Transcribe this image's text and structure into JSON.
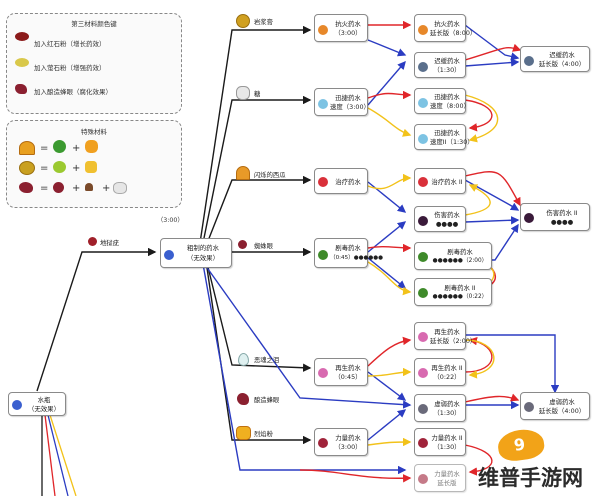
{
  "legend": {
    "title": "第三材料颜色键",
    "rows": [
      {
        "label": "加入红石粉（增长药效）",
        "color": "#e0262a"
      },
      {
        "label": "加入萤石粉（增强药效）",
        "color": "#f2c21a"
      },
      {
        "label": "加入酿造蜂眼（腐化效果）",
        "color": "#2b3cc2"
      }
    ]
  },
  "special": {
    "title": "特殊材料",
    "equals": "=",
    "plus": "+"
  },
  "top_duration": "（3:00）",
  "ingredients": {
    "nether_wart": "地狱疣",
    "magma_cream": "岩浆膏",
    "sugar": "糖",
    "glistering_melon": "闪烁的西瓜",
    "spider_eye": "蜘蛛眼",
    "ghast_tear": "恶魂之泪",
    "fermented_eye": "酿造蜂眼",
    "blaze_powder": "烈焰粉"
  },
  "boxes": {
    "water": [
      "水瓶",
      "（无效果）"
    ],
    "awkward": [
      "粗制的药水",
      "（无效果）"
    ],
    "fire": [
      "抗火药水",
      "（3:00）"
    ],
    "fire_ext": [
      "抗火药水",
      "延长版（8:00）"
    ],
    "slow1": [
      "迟缓药水",
      "（1:30）"
    ],
    "slow2": [
      "迟缓药水",
      "延长版（4:00）"
    ],
    "swift": [
      "迅捷药水",
      "速度（3:00）"
    ],
    "swift_ext": [
      "迅捷药水",
      "速度（8:00）"
    ],
    "swift2": [
      "迅捷药水",
      "速度II（1:30）"
    ],
    "heal": [
      "治疗药水",
      ""
    ],
    "heal2": [
      "治疗药水 II",
      ""
    ],
    "harm": [
      "伤害药水",
      "●●●●"
    ],
    "harm2": [
      "伤害药水 II",
      "●●●●"
    ],
    "poison": [
      "剧毒药水",
      "（0:45）●●●●●●"
    ],
    "poison_ext": [
      "剧毒药水",
      "●●●●●●（2:00）"
    ],
    "poison2": [
      "剧毒药水 II",
      "●●●●●●（0:22）"
    ],
    "regen_ext": [
      "再生药水",
      "延长版（2:00）"
    ],
    "regen": [
      "再生药水",
      "（0:45）"
    ],
    "regen2": [
      "再生药水 II",
      "（0:22）"
    ],
    "weak": [
      "虚弱药水",
      "（1:30）"
    ],
    "weak_ext": [
      "虚弱药水",
      "延长版（4:00）"
    ],
    "str": [
      "力量药水",
      "（3:00）"
    ],
    "str2": [
      "力量药水 II",
      "（1:30）"
    ],
    "str_ext": [
      "力量药水",
      "延长版"
    ]
  },
  "watermark": {
    "brand": "维普手游网",
    "badge": "9",
    "colors": {
      "text": "#2b2b2b",
      "badge": "#f2a318"
    }
  },
  "colors": {
    "black": "#1a1a1a",
    "red": "#e0262a",
    "yellow": "#f2c21a",
    "blue": "#2b3cc2"
  }
}
